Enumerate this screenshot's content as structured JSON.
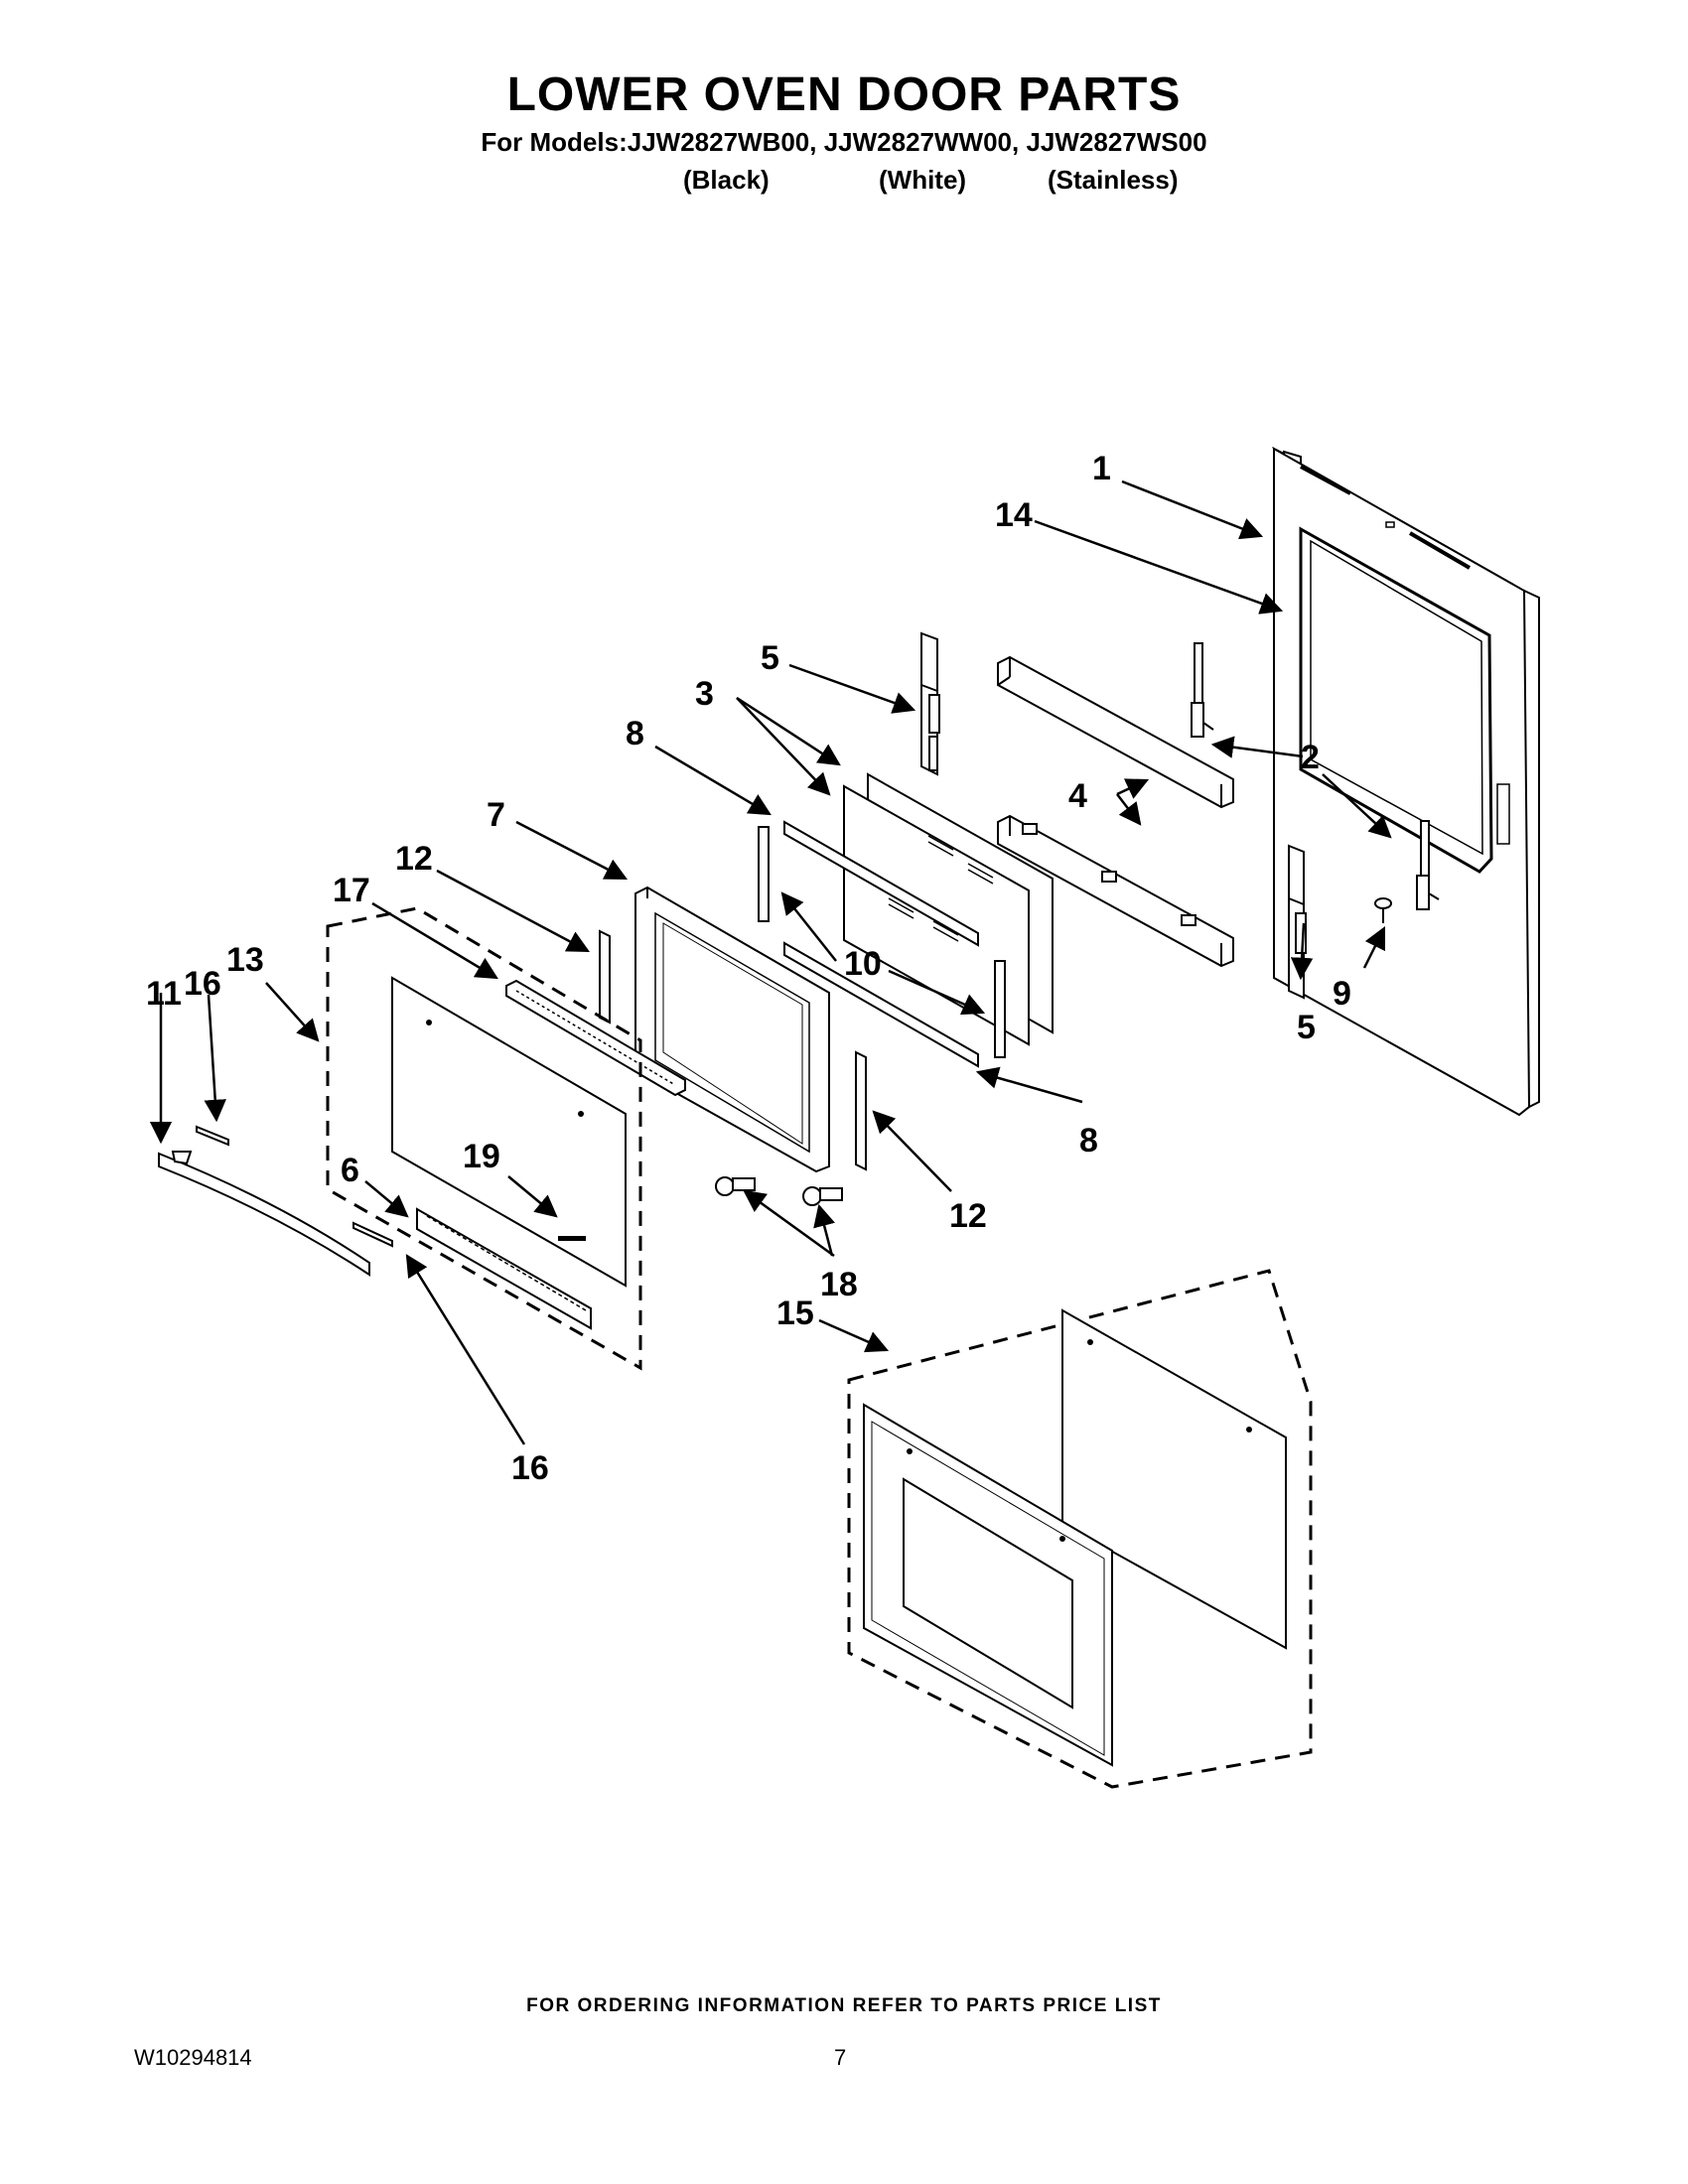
{
  "header": {
    "title": "LOWER OVEN DOOR PARTS",
    "models_line": "For Models:JJW2827WB00, JJW2827WW00, JJW2827WS00",
    "finishes": [
      "(Black)",
      "(White)",
      "(Stainless)"
    ]
  },
  "callouts": [
    "1",
    "14",
    "5",
    "3",
    "8",
    "2",
    "4",
    "7",
    "12",
    "17",
    "10",
    "13",
    "11",
    "16",
    "9",
    "5",
    "8",
    "12",
    "6",
    "19",
    "18",
    "15",
    "16"
  ],
  "footer": {
    "ordering_note": "FOR ORDERING INFORMATION REFER TO PARTS PRICE LIST",
    "document_number": "W10294814",
    "page_number": "7"
  }
}
